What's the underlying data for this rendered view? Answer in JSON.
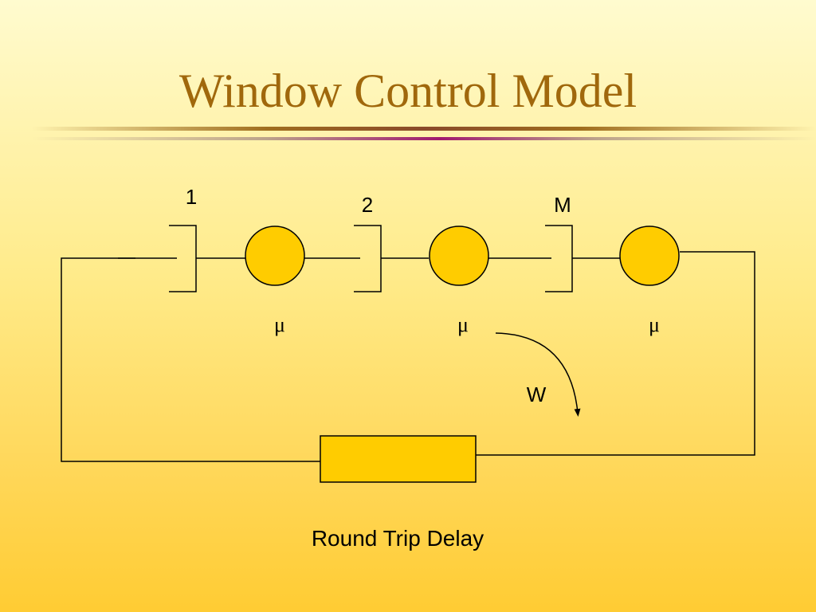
{
  "title": "Window Control Model",
  "colors": {
    "title": "#a0680c",
    "server_fill": "#ffcc00",
    "line": "#000000"
  },
  "diagram": {
    "queue_labels": [
      "1",
      "2",
      "M"
    ],
    "service_rate_labels": [
      "μ",
      "μ",
      "μ"
    ],
    "window_label": "W",
    "delay_label": "Round Trip Delay"
  }
}
